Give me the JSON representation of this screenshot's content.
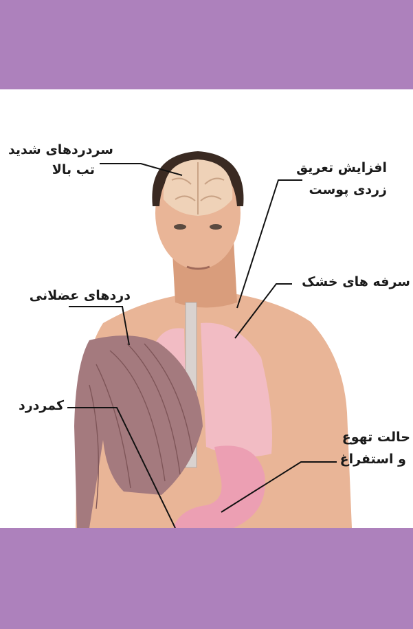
{
  "colors": {
    "band": "#ad81bc",
    "skin": "#e9b597",
    "skin_shade": "#d99d7c",
    "hair": "#3a2a22",
    "brain": "#efd2b8",
    "lung": "#f2bcc4",
    "muscle": "#a47a7e",
    "stomach": "#ec9fb3",
    "leader": "#111111"
  },
  "labels": {
    "headache_line1": "سردردهای شدید",
    "headache_line2": "تب بالا",
    "sweat_line1": "افزایش تعریق",
    "sweat_line2": "زردی پوست",
    "cough": "سرفه های خشک",
    "muscle_pain": "دردهای عضلانی",
    "back_pain": "کمردرد",
    "nausea_line1": "حالت تهوع",
    "nausea_line2": "و استفراغ"
  }
}
